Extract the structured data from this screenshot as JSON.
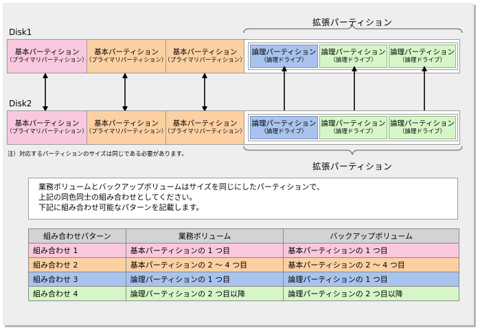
{
  "disks": [
    {
      "label": "Disk1",
      "primary": [
        {
          "title": "基本パーティション",
          "sub": "（プライマリパーティション）"
        },
        {
          "title": "基本パーティション",
          "sub": "（プライマリパーティション）"
        },
        {
          "title": "基本パーティション",
          "sub": "（プライマリパーティション）"
        }
      ],
      "logical": [
        {
          "title": "論理パーティション",
          "sub": "（論理ドライブ）"
        },
        {
          "title": "論理パーティション",
          "sub": "（論理ドライブ）"
        },
        {
          "title": "論理パーティション",
          "sub": "（論理ドライブ）"
        }
      ]
    },
    {
      "label": "Disk2",
      "primary": [
        {
          "title": "基本パーティション",
          "sub": "（プライマリパーティション）"
        },
        {
          "title": "基本パーティション",
          "sub": "（プライマリパーティション）"
        },
        {
          "title": "基本パーティション",
          "sub": "（プライマリパーティション）"
        }
      ],
      "logical": [
        {
          "title": "論理パーティション",
          "sub": "（論理ドライブ）"
        },
        {
          "title": "論理パーティション",
          "sub": "（論理ドライブ）"
        },
        {
          "title": "論理パーティション",
          "sub": "（論理ドライブ）"
        }
      ]
    }
  ],
  "extended_label_top": "拡張パーティション",
  "extended_label_bottom": "拡張パーティション",
  "note": "注）対応するパーティションのサイズは同じである必要があります。",
  "description": [
    "業務ボリュームとバックアップボリュームはサイズを同じにしたパーティションで、",
    "上記の同色同士の組み合わせとしてください。",
    "下記に組み合わせ可能なパターンを記載します。"
  ],
  "table": {
    "headers": [
      "組み合わせパターン",
      "業務ボリューム",
      "バックアップボリューム"
    ],
    "rows": [
      {
        "cells": [
          "組み合わせ 1",
          "基本パーティションの 1 つ目",
          "基本パーティションの 1 つ目"
        ],
        "color": "pink"
      },
      {
        "cells": [
          "組み合わせ 2",
          "基本パーティションの 2 ～ 4 つ目",
          "基本パーティションの 2 ～ 4 つ目"
        ],
        "color": "orange"
      },
      {
        "cells": [
          "組み合わせ 3",
          "論理パーティションの 1 つ目",
          "論理パーティションの 1 つ目"
        ],
        "color": "blue"
      },
      {
        "cells": [
          "組み合わせ 4",
          "論理パーティションの 2 つ目以降",
          "論理パーティションの 2 つ目以降"
        ],
        "color": "green"
      }
    ]
  },
  "colors": {
    "pink": "#f9c8df",
    "orange": "#fcd0a2",
    "blue": "#a9c3ef",
    "green": "#d6f6c8",
    "header_gray": "#d3d3d3",
    "background": "#eeeeee"
  }
}
